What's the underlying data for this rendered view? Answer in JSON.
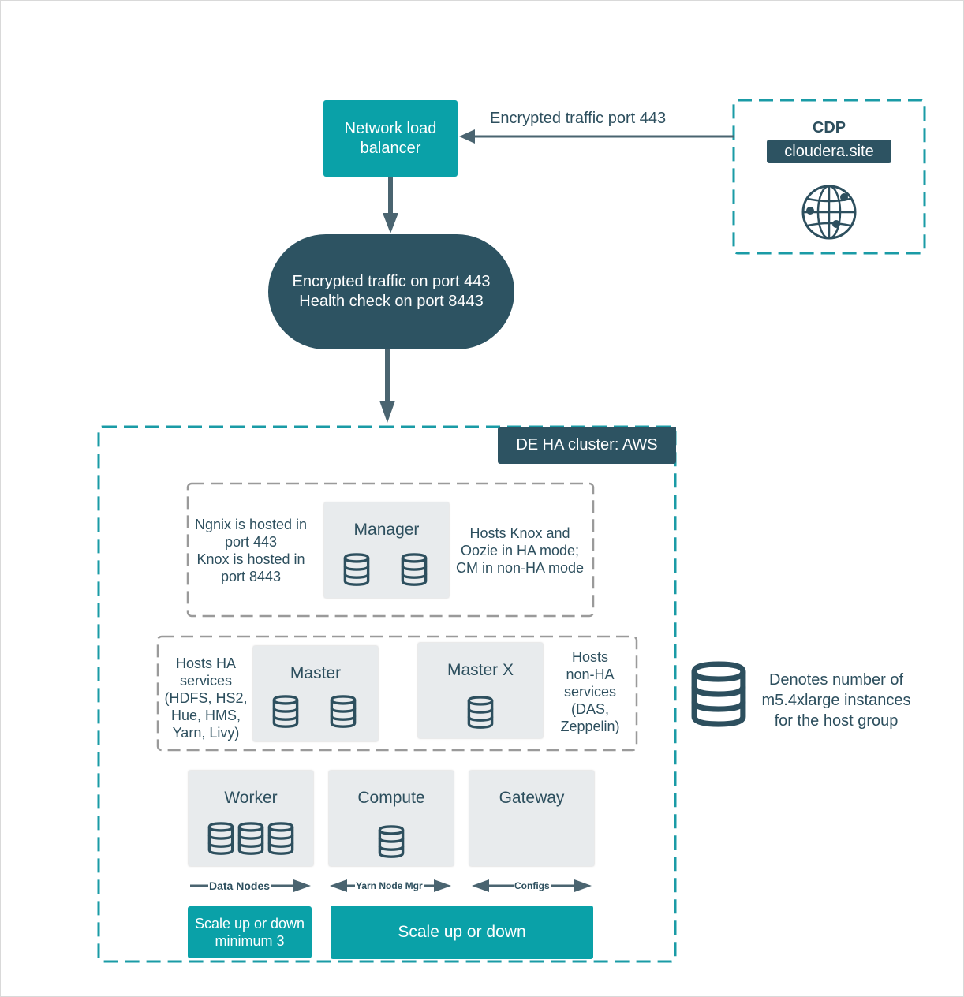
{
  "load_balancer": {
    "line1": "Network load",
    "line2": "balancer"
  },
  "traffic_label": "Encrypted traffic port 443",
  "cdp": {
    "title": "CDP",
    "site": "cloudera.site",
    "icon": "globe-icon"
  },
  "health_pill": {
    "line1": "Encrypted traffic on port 443",
    "line2": "Health check on port 8443"
  },
  "cluster": {
    "label": "DE HA cluster: AWS"
  },
  "manager_group": {
    "left_note": [
      "Ngnix is hosted in",
      "port 443",
      "Knox is hosted in",
      "port 8443"
    ],
    "host": {
      "title": "Manager",
      "instances": 2
    },
    "right_note": [
      "Hosts Knox and",
      "Oozie in HA mode;",
      "CM in non-HA mode"
    ]
  },
  "master_group": {
    "left_note": [
      "Hosts HA",
      "services",
      "(HDFS, HS2,",
      "Hue, HMS,",
      "Yarn, Livy)"
    ],
    "master": {
      "title": "Master",
      "instances": 2
    },
    "masterx": {
      "title": "Master X",
      "instances": 1
    },
    "right_note": [
      "Hosts",
      "non-HA",
      "services",
      "(DAS,",
      "Zeppelin)"
    ]
  },
  "bottom_hosts": [
    {
      "title": "Worker",
      "instances": 3
    },
    {
      "title": "Compute",
      "instances": 1
    },
    {
      "title": "Gateway",
      "instances": 0
    }
  ],
  "arrows": {
    "data_nodes": "Data Nodes",
    "yarn": "Yarn Node Mgr",
    "configs": "Configs"
  },
  "scale": {
    "worker": {
      "line1": "Scale up or down",
      "line2": "minimum 3"
    },
    "compute_gateway": "Scale up or down"
  },
  "legend": {
    "icon": "database-icon",
    "line1": "Denotes number of",
    "line2": "m5.4xlarge instances",
    "line3": "for the host group"
  },
  "colors": {
    "teal": "#0aa1a8",
    "dark": "#2d5362",
    "dashed_teal": "#1a9ba6",
    "dashed_gray": "#9a9a9a",
    "host_bg": "#e8ebed"
  }
}
